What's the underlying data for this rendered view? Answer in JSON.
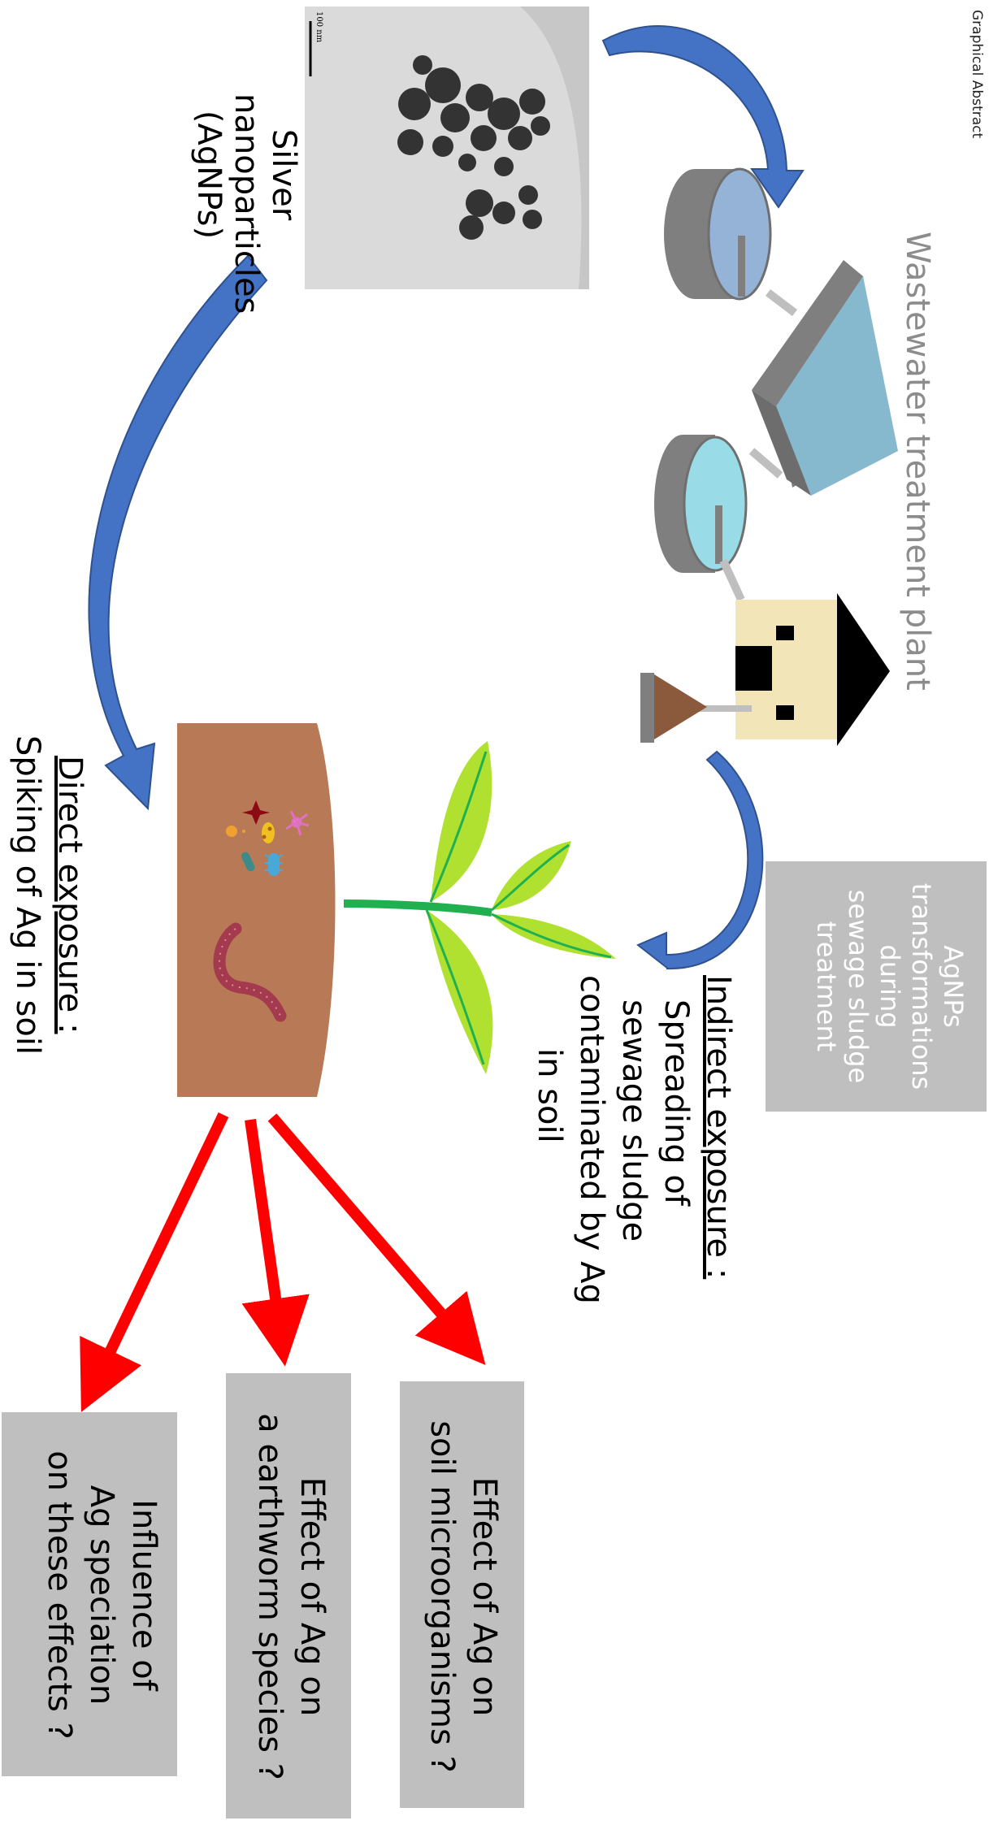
{
  "header": {
    "label": "Graphical Abstract"
  },
  "wwtp": {
    "title": "Wastewater treatment plant"
  },
  "tem": {
    "scale_label": "100 nm"
  },
  "agnps_label": [
    "Silver",
    "nanoparticles",
    "(AgNPs)"
  ],
  "transform_box": [
    "AgNPs",
    "transformations",
    "during",
    "sewage sludge",
    "treatment"
  ],
  "indirect": {
    "title": "Indirect exposure :",
    "lines": [
      "Spreading of",
      "sewage sludge",
      "contaminated by Ag",
      "in soil"
    ]
  },
  "direct": {
    "title": "Direct exposure :",
    "line": "Spiking of Ag in soil"
  },
  "effects": [
    {
      "lines": [
        "Effect of Ag on",
        "soil microorganisms ?"
      ]
    },
    {
      "lines": [
        "Effect of Ag on",
        "a earthworm species ?"
      ]
    },
    {
      "lines": [
        "Influence of",
        "Ag speciation",
        "on these effects ?"
      ]
    }
  ],
  "colors": {
    "arrow_blue": "#4472c4",
    "arrow_red": "#ff0000",
    "soil": "#b87a56",
    "box_gray": "#bfbfbf",
    "stem": "#20b050",
    "leaf": "#b0e030"
  }
}
